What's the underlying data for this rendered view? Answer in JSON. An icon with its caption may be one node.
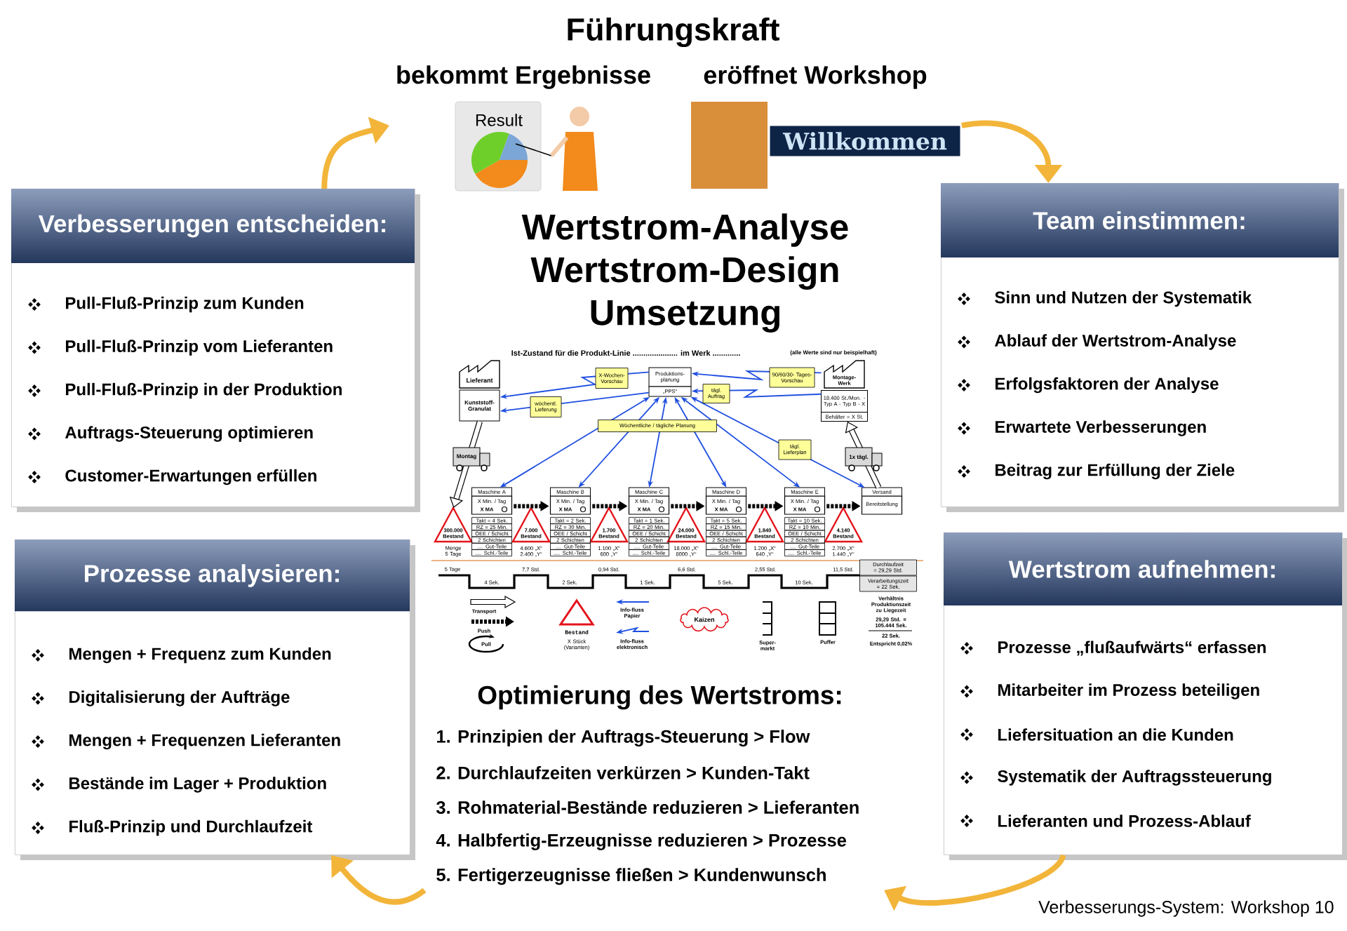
{
  "diagram": {
    "title": "Führungskraft",
    "nodes": [
      {
        "text": [
          "bekommt Ergebnisse"
        ]
      },
      {
        "text": [
          "eröffnet Workshop"
        ]
      },
      {
        "text": [
          "Verbesserungen entscheiden:",
          "Pull-Fluß-Prinzip zum Kunden",
          "Pull-Fluß-Prinzip vom Lieferanten",
          "Pull-Fluß-Prinzip in der Produktion",
          "Auftrags-Steuerung optimieren",
          "Customer-Erwartungen erfüllen"
        ]
      },
      {
        "text": [
          "Team einstimmen:",
          "Sinn und Nutzen der Systematik",
          "Ablauf der Wertstrom-Analyse",
          "Erfolgsfaktoren der Analyse",
          "Erwartete Verbesserungen",
          "Beitrag zur Erfüllung der Ziele"
        ]
      },
      {
        "text": [
          "Prozesse analysieren:",
          "Mengen + Frequenz zum Kunden",
          "Digitalisierung der Aufträge",
          "Mengen + Frequenzen Lieferanten",
          "Bestände im Lager + Produktion",
          "Fluß-Prinzip und Durchlaufzeit"
        ]
      },
      {
        "text": [
          "Wertstrom aufnehmen:",
          "Prozesse „flußaufwärts“ erfassen",
          "Mitarbeiter im Prozess beteiligen",
          "Liefersituation an die Kunden",
          "Systematik der Auftragssteuerung",
          "Lieferanten und Prozess-Ablauf"
        ]
      },
      {
        "text": [
          "Optimierung des Wertstroms:",
          "1. Prinzipien der Auftrags-Steuerung > Flow",
          "2. Durchlaufzeiten verkürzen > Kunden-Takt",
          "3. Rohmaterial-Bestände reduzieren > Lieferanten",
          "4. Halbfertig-Erzeugnisse reduzieren > Prozesse",
          "5. Fertigerzeugnisse fließen > Kundenwunsch"
        ]
      },
      {
        "text": [
          "Lieferant",
          "Kunststoff- Granulat"
        ]
      },
      {
        "text": [
          "Produktions- planung",
          "„PPS“"
        ]
      },
      {
        "text": [
          "Montage- Werk",
          "18.400 St./Mon. - Typ A - Typ B - X",
          "Behälter = X St."
        ]
      },
      {
        "text": [
          "Maschine A",
          "X Min. / Tag",
          "X MA"
        ]
      },
      {
        "text": [
          "Maschine B",
          "X Min. / Tag",
          "X MA"
        ]
      },
      {
        "text": [
          "Maschine C",
          "X Min. / Tag",
          "X MA"
        ]
      },
      {
        "text": [
          "Maschine D",
          "X Min. / Tag",
          "X MA"
        ]
      },
      {
        "text": [
          "Maschine E",
          "X Min. / Tag",
          "X MA"
        ]
      },
      {
        "text": [
          "Versand",
          "Bereitstellung"
        ]
      },
      {
        "text": [
          "300.000 Bestand"
        ],
        "beside": [
          "Menge 5 Tage"
        ]
      },
      {
        "text": [
          "7.000 Bestand"
        ],
        "beside": [
          "4.600 „X“ 2.400 „Y“"
        ]
      },
      {
        "text": [
          "1.700 Bestand"
        ],
        "beside": [
          "1.100 „X“ 600 „Y“"
        ]
      },
      {
        "text": [
          "24.000 Bestand"
        ],
        "beside": [
          "18.000 „X“ 8000 „Y“"
        ]
      },
      {
        "text": [
          "1.840 Bestand"
        ],
        "beside": [
          "1.200 „X“ 640 „Y“"
        ]
      },
      {
        "text": [
          "4.140 Bestand"
        ],
        "beside": [
          "2.700 „X“ 1.440 „Y“"
        ]
      }
    ],
    "edges": [
      {
        "from": 2,
        "to": 0,
        "arrow": "to",
        "color": "#f2b53a"
      },
      {
        "from": 1,
        "to": 3,
        "arrow": "to",
        "color": "#f2b53a"
      },
      {
        "from": 5,
        "to": 6,
        "arrow": "to",
        "color": "#f2b53a"
      },
      {
        "from": 6,
        "to": 4,
        "arrow": "to",
        "color": "#f2b53a"
      },
      {
        "from": 8,
        "to": 7,
        "arrow": "to",
        "label": "X-Wochen- Vorschau"
      },
      {
        "from": 8,
        "to": 7,
        "arrow": "to",
        "label": "wöchentl. Lieferung"
      },
      {
        "from": 9,
        "to": 8,
        "arrow": "to",
        "label": "90/60/30- Tages-Vorschau"
      },
      {
        "from": 9,
        "to": 8,
        "arrow": "to",
        "label": "tägl. Auftrag"
      },
      {
        "from": 10,
        "to": 8,
        "arrow": "both"
      },
      {
        "from": 11,
        "to": 8,
        "arrow": "both"
      },
      {
        "from": 12,
        "to": 8,
        "arrow": "both"
      },
      {
        "from": 13,
        "to": 8,
        "arrow": "both"
      },
      {
        "from": 14,
        "to": 8,
        "arrow": "both"
      },
      {
        "from": 15,
        "to": 8,
        "arrow": "both",
        "label": "tägl. Lieferplan"
      },
      {
        "from": 7,
        "to": 16,
        "arrow": "to",
        "label": "Montag",
        "color": "#000000"
      },
      {
        "from": 15,
        "to": 9,
        "arrow": "to",
        "label": "1x tägl.",
        "color": "#000000"
      },
      {
        "from": 10,
        "to": 11,
        "arrow": "to",
        "style": "dashed",
        "color": "#000000"
      },
      {
        "from": 11,
        "to": 12,
        "arrow": "to",
        "style": "dashed",
        "color": "#000000"
      },
      {
        "from": 12,
        "to": 13,
        "arrow": "to",
        "style": "dashed",
        "color": "#000000"
      },
      {
        "from": 13,
        "to": 14,
        "arrow": "to",
        "style": "dashed",
        "color": "#000000"
      },
      {
        "from": 14,
        "to": 15,
        "arrow": "to",
        "style": "dashed",
        "color": "#000000"
      }
    ],
    "labels": [
      "Result",
      "Willkommen",
      "Wertstrom-Analyse",
      "Wertstrom-Design",
      "Umsetzung",
      "Ist-Zustand für die Produkt-Linie ..................... im Werk .............",
      "(alle Werte sind nur beispielhaft)",
      "Wöchentliche / tägliche Planung",
      "Takt = 4 Sek.",
      "RZ = 25 Min.",
      "OEE / Schicht",
      "2 Schichten",
      ".... Gut-Teile",
      ".... Schl.-Teile",
      "Takt = 2 Sek.",
      "RZ = 30 Min.",
      "OEE / Schicht",
      "2 Schichten",
      ".... Gut-Teile",
      ".... Schl.-Teile",
      "Takt = 1 Sek.",
      "RZ = 20 Min.",
      "OEE / Schicht",
      "2 Schichten",
      ".... Gut-Teile",
      ".... Schl.-Teile",
      "Takt = 5 Sek.",
      "RZ = 15 Min.",
      "OEE / Schicht",
      "2 Schichten",
      ".... Gut-Teile",
      ".... Schl.-Teile",
      "Takt = 10 Sek.",
      "RZ = 10 Min.",
      "OEE / Schicht",
      "2 Schichten",
      ".... Gut-Teile",
      ".... Schl.-Teile",
      "5 Tage",
      "4 Sek.",
      "7,7 Std.",
      "2 Sek.",
      "0,94 Std.",
      "1 Sek.",
      "6,6 Std.",
      "5 Sek.",
      "2,55 Std.",
      "10 Sek.",
      "11,5 Std.",
      "Durchlaufzeit = 29,29 Std.",
      "Verarbeitungszeit = 22 Sek.",
      "Transport",
      "Bestand",
      "X Stück (Varianten)",
      "Info-fluss Papier",
      "Kaizen",
      "Verhältnis Produktionszeit zu Liegezeit",
      "Push",
      "29,29 Std. = 105.444 Sek.",
      "22 Sek.",
      "Info-fluss elektronisch",
      "Pull",
      "Super- markt",
      "Puffer",
      "Entspricht 0,02%",
      "Verbesserungs-System: Workshop 10"
    ]
  }
}
